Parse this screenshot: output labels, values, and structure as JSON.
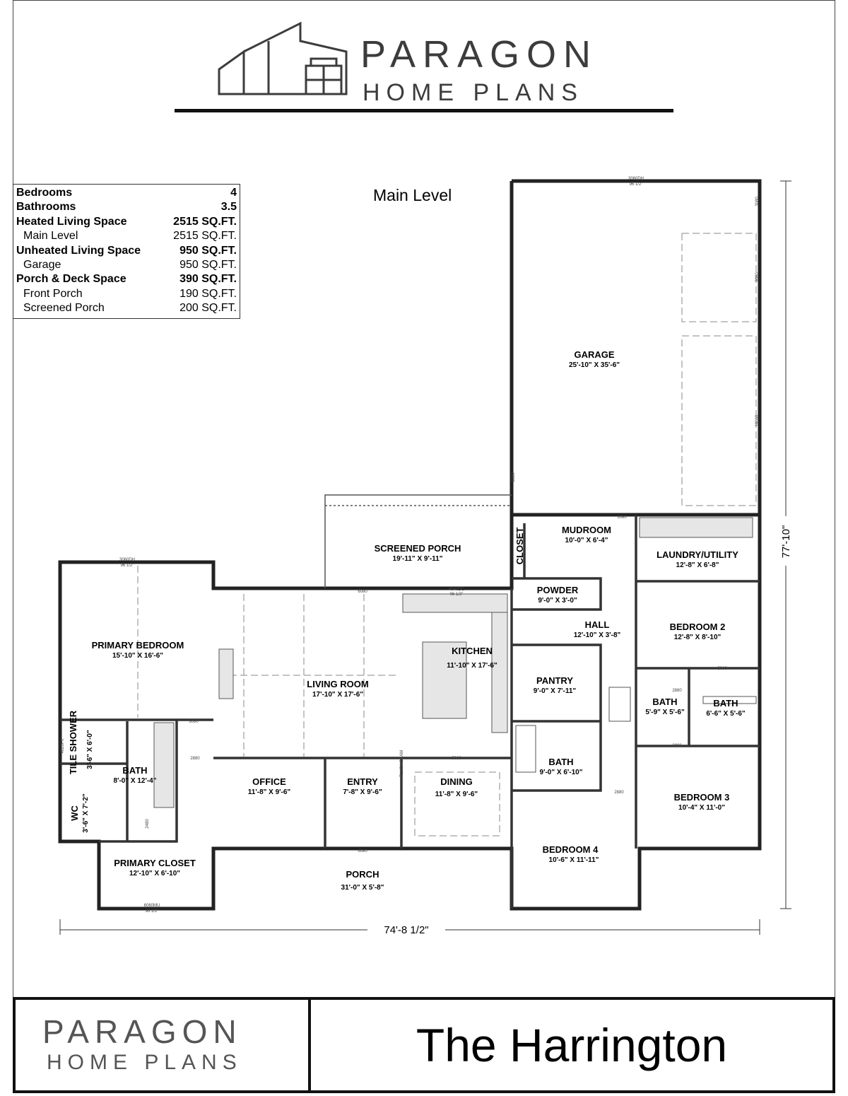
{
  "brand": {
    "name_top": "PARAGON",
    "name_bottom": "HOME PLANS"
  },
  "stats": [
    {
      "label": "Bedrooms",
      "value": "4",
      "bold": true
    },
    {
      "label": "Bathrooms",
      "value": "3.5",
      "bold": true
    },
    {
      "label": "Heated Living Space",
      "value": "2515 SQ.FT.",
      "bold": true
    },
    {
      "label": "Main Level",
      "value": "2515 SQ.FT.",
      "bold": false
    },
    {
      "label": "Unheated Living Space",
      "value": "950 SQ.FT.",
      "bold": true
    },
    {
      "label": "Garage",
      "value": "950 SQ.FT.",
      "bold": false
    },
    {
      "label": "Porch & Deck Space",
      "value": "390 SQ.FT.",
      "bold": true
    },
    {
      "label": "Front Porch",
      "value": "190 SQ.FT.",
      "bold": false
    },
    {
      "label": "Screened Porch",
      "value": "200 SQ.FT.",
      "bold": false
    }
  ],
  "level_title": "Main Level",
  "rooms": {
    "garage": {
      "name": "GARAGE",
      "dims": "25'-10\" X 35'-6\""
    },
    "screened_porch": {
      "name": "SCREENED PORCH",
      "dims": "19'-11\" X 9'-11\""
    },
    "primary_bedroom": {
      "name": "PRIMARY BEDROOM",
      "dims": "15'-10\" X 16'-6\""
    },
    "living_room": {
      "name": "LIVING ROOM",
      "dims": "17'-10\" X 17'-6\""
    },
    "kitchen": {
      "name": "KITCHEN",
      "dims": "11'-10\" X 17'-6\""
    },
    "mudroom": {
      "name": "MUDROOM",
      "dims": "10'-0\" X 6'-4\""
    },
    "closet": {
      "name": "CLOSET"
    },
    "laundry": {
      "name": "LAUNDRY/UTILITY",
      "dims": "12'-8\" X 6'-8\""
    },
    "powder": {
      "name": "POWDER",
      "dims": "9'-0\" X 3'-0\""
    },
    "hall": {
      "name": "HALL",
      "dims": "12'-10\" X 3'-8\""
    },
    "bedroom2": {
      "name": "BEDROOM 2",
      "dims": "12'-8\" X 8'-10\""
    },
    "pantry": {
      "name": "PANTRY",
      "dims": "9'-0\" X 7'-11\""
    },
    "bath_a": {
      "name": "BATH",
      "dims": "5'-9\" X 5'-6\""
    },
    "bath_b": {
      "name": "BATH",
      "dims": "6'-6\" X 5'-6\""
    },
    "bath_hall": {
      "name": "BATH",
      "dims": "9'-0\" X 6'-10\""
    },
    "bedroom3": {
      "name": "BEDROOM 3",
      "dims": "10'-4\" X 11'-0\""
    },
    "bedroom4": {
      "name": "BEDROOM 4",
      "dims": "10'-6\" X 11'-11\""
    },
    "tile_shower": {
      "name": "TILE SHOWER",
      "dims": "3'-6\" X 6'-0\""
    },
    "primary_bath": {
      "name": "BATH",
      "dims": "8'-0\" X 12'-4\""
    },
    "wc": {
      "name": "WC",
      "dims": "3'-6\" X 7'-2\""
    },
    "primary_closet": {
      "name": "PRIMARY CLOSET",
      "dims": "12'-10\" X 6'-10\""
    },
    "office": {
      "name": "OFFICE",
      "dims": "11'-8\" X 9'-6\""
    },
    "entry": {
      "name": "ENTRY",
      "dims": "7'-8\" X 9'-6\""
    },
    "dining": {
      "name": "DINING",
      "dims": "11'-8\" X 9'-6\""
    },
    "porch": {
      "name": "PORCH",
      "dims": "31'-0\" X 5'-8\""
    }
  },
  "tags": {
    "garage_top": "3060DH",
    "garage_top_w": "96 1/2\"",
    "garage_door_side": "3080",
    "overhead_1": "9080",
    "overhead_2": "16080",
    "garage_entry": "3080",
    "primary_win": "3060DH",
    "primary_win_w": "96 1/2\"",
    "primary_closet_win": "6060MU",
    "primary_closet_win_w": "96 1/2\"",
    "door_3080": "3080",
    "door_2880": "2880",
    "door_2480": "2480",
    "door_6080": "6080",
    "door_5080": "5080",
    "flush_beam": "FLUSH BEAM",
    "kitchen_win": "4040DC",
    "kitchen_win_w": "96 1/2\"",
    "shower_win": "4020FX"
  },
  "dimensions": {
    "width": "74'-8 1/2\"",
    "depth": "77'-10\""
  },
  "plan_title": "The Harrington"
}
